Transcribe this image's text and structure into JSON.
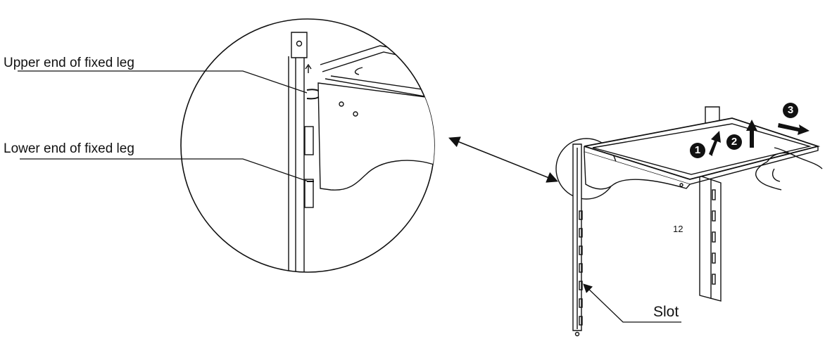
{
  "labels": {
    "upper_end": "Upper end of fixed  leg",
    "lower_end": "Lower end of fixed leg",
    "slot": "Slot",
    "part_number": "12"
  },
  "steps": [
    "1",
    "2",
    "3"
  ]
}
